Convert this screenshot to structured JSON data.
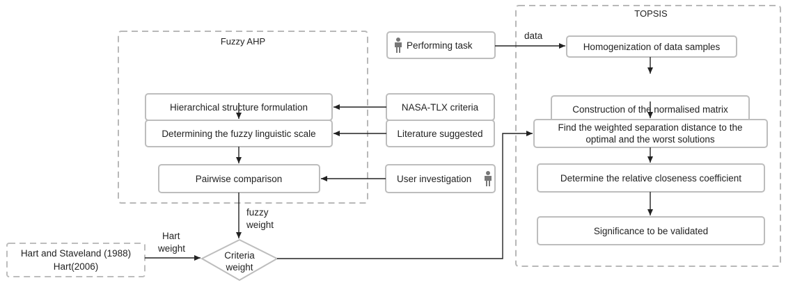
{
  "groups": {
    "fuzzy_ahp": "Fuzzy AHP",
    "topsis": "TOPSIS"
  },
  "fuzzy_ahp_steps": {
    "hierarchical": "Hierarchical structure formulation",
    "linguistic_scale": "Determining the fuzzy linguistic scale",
    "pairwise": "Pairwise comparison"
  },
  "inputs": {
    "performing_task": "Performing task",
    "nasa_tlx": "NASA-TLX criteria",
    "literature": "Literature suggested",
    "user_investigation": "User investigation"
  },
  "topsis_steps": {
    "homogenization": "Homogenization of data samples",
    "normalised_matrix": "Construction of the normalised matrix",
    "separation_line1": "Find the weighted separation distance to the",
    "separation_line2": "optimal and the worst solutions",
    "closeness": "Determine the relative closeness coefficient",
    "significance": "Significance to be validated"
  },
  "external": {
    "hart_line1": "Hart and Staveland (1988)",
    "hart_line2": "Hart(2006)"
  },
  "decision": {
    "line1": "Criteria",
    "line2": "weight"
  },
  "edge_labels": {
    "data": "data",
    "fuzzy_line1": "fuzzy",
    "fuzzy_line2": "weight",
    "hart_line1": "Hart",
    "hart_line2": "weight"
  },
  "icons": {
    "performing_task": "person-icon",
    "user_investigation": "person-icon"
  }
}
